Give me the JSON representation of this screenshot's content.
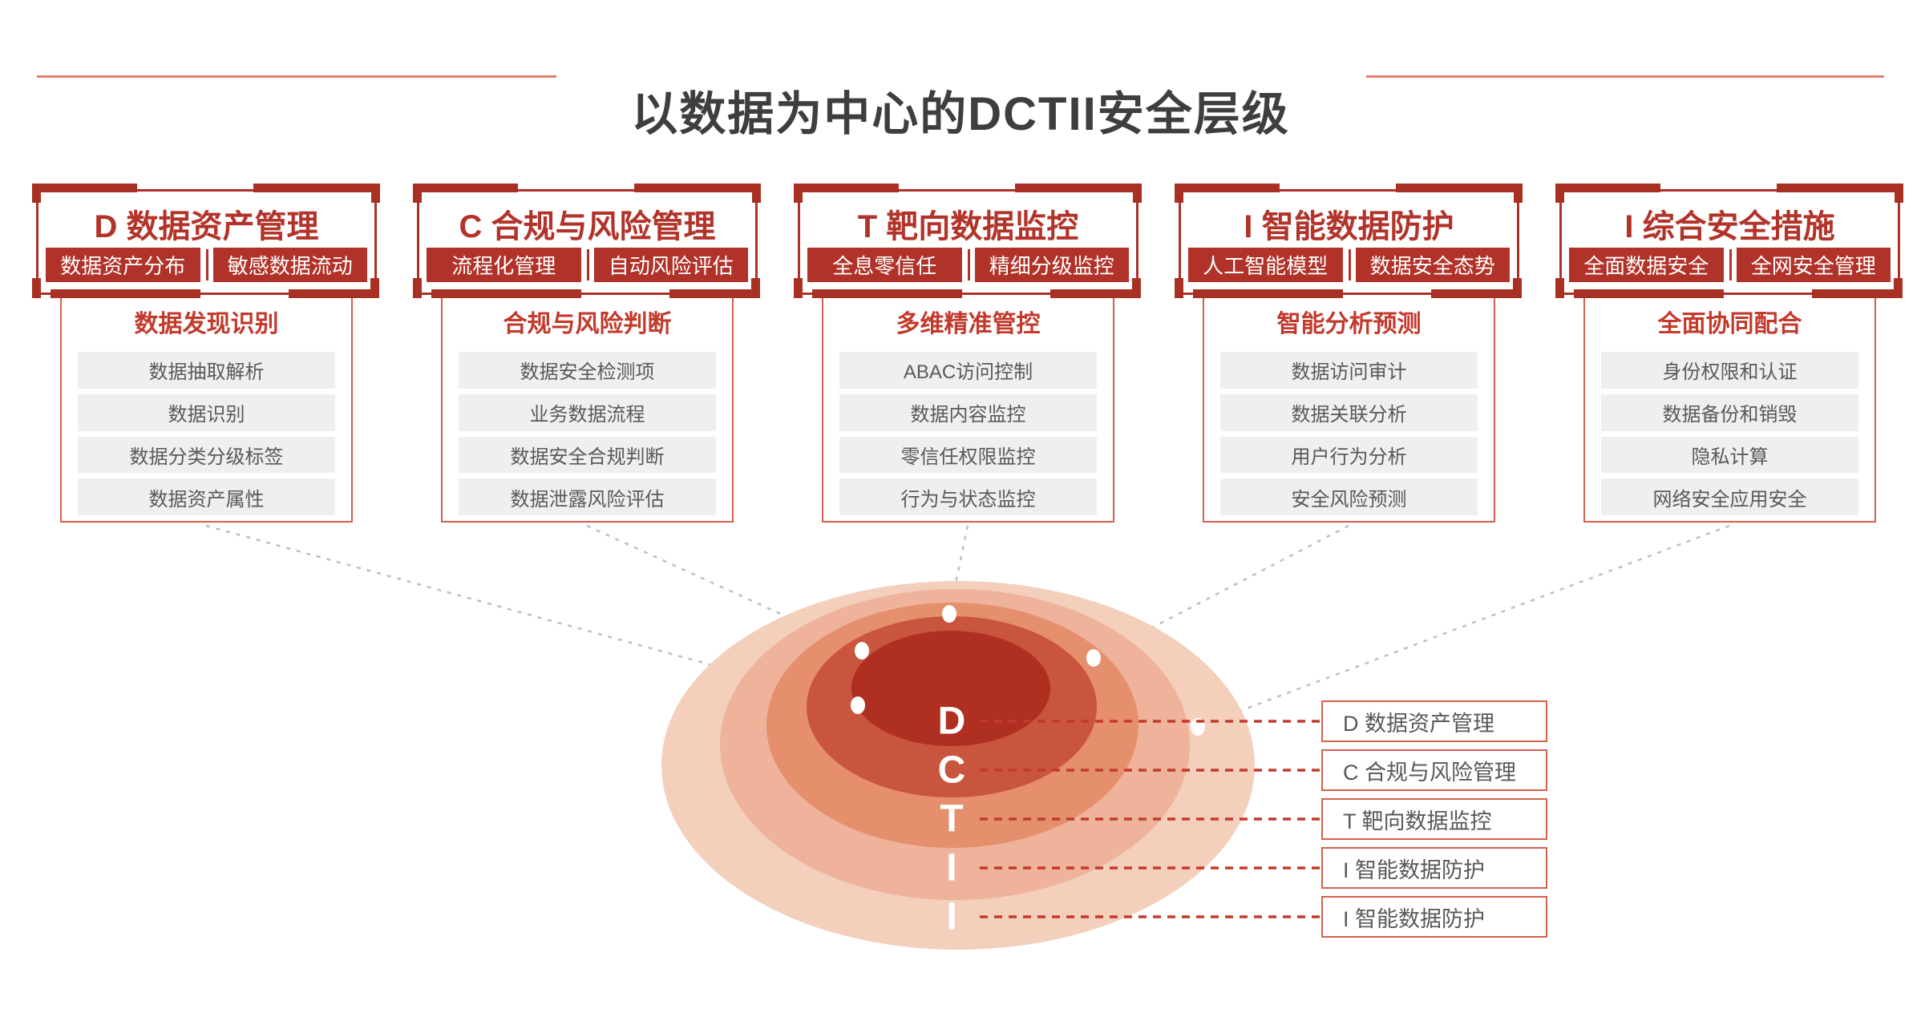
{
  "title": "以数据为中心的DCTII安全层级",
  "columns": [
    {
      "header": "D 数据资产管理",
      "badges": [
        "数据资产分布",
        "敏感数据流动"
      ],
      "subtitle": "数据发现识别",
      "items": [
        "数据抽取解析",
        "数据识别",
        "数据分类分级标签",
        "数据资产属性"
      ]
    },
    {
      "header": "C 合规与风险管理",
      "badges": [
        "流程化管理",
        "自动风险评估"
      ],
      "subtitle": "合规与风险判断",
      "items": [
        "数据安全检测项",
        "业务数据流程",
        "数据安全合规判断",
        "数据泄露风险评估"
      ]
    },
    {
      "header": "T 靶向数据监控",
      "badges": [
        "全息零信任",
        "精细分级监控"
      ],
      "subtitle": "多维精准管控",
      "items": [
        "ABAC访问控制",
        "数据内容监控",
        "零信任权限监控",
        "行为与状态监控"
      ]
    },
    {
      "header": "I 智能数据防护",
      "badges": [
        "人工智能模型",
        "数据安全态势"
      ],
      "subtitle": "智能分析预测",
      "items": [
        "数据访问审计",
        "数据关联分析",
        "用户行为分析",
        "安全风险预测"
      ]
    },
    {
      "header": "I 综合安全措施",
      "badges": [
        "全面数据安全",
        "全网安全管理"
      ],
      "subtitle": "全面协同配合",
      "items": [
        "身份权限和认证",
        "数据备份和销毁",
        "隐私计算",
        "网络安全应用安全"
      ]
    }
  ],
  "funnel": {
    "letters": [
      "D",
      "C",
      "T",
      "I",
      "I"
    ],
    "labels": [
      "D 数据资产管理",
      "C 合规与风险管理",
      "T 靶向数据监控",
      "I 智能数据防护",
      "I 智能数据防护"
    ],
    "ring_colors_inner_to_outer": [
      "#af2f21",
      "#c9553e",
      "#e58f6c",
      "#eeb39a",
      "#f3cfbc"
    ]
  },
  "colors": {
    "frame_red": "#a93123",
    "header_text_red": "#b2332a",
    "badge_bg": "#b13228",
    "subtitle_red": "#c23a2c",
    "panel_border": "#d4614b",
    "item_bg": "#efeff0",
    "item_text": "#58595b",
    "title_text": "#3e3e3e",
    "title_line": "#e2806e",
    "gray_dash": "#b7c1c9",
    "red_dash": "#c23a2c",
    "dot": "#ffffff"
  }
}
